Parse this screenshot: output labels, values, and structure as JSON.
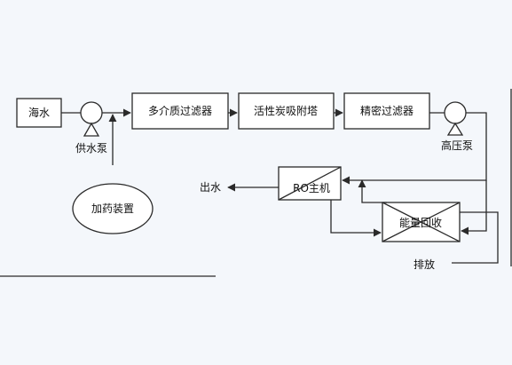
{
  "nodes": {
    "seawater": "海水",
    "supply_pump": "供水泵",
    "multimedia_filter": "多介质过滤器",
    "activated_carbon_tower": "活性炭吸附塔",
    "precision_filter": "精密过滤器",
    "high_pressure_pump": "高压泵",
    "dosing_device": "加药装置",
    "ro_main_unit": "RO主机",
    "energy_recovery": "能量回收",
    "product_water": "出水",
    "discharge": "排放"
  },
  "colors": {
    "line": "#2a2a2a",
    "box_fill": "#ffffff",
    "background": "#f4f7fb"
  }
}
